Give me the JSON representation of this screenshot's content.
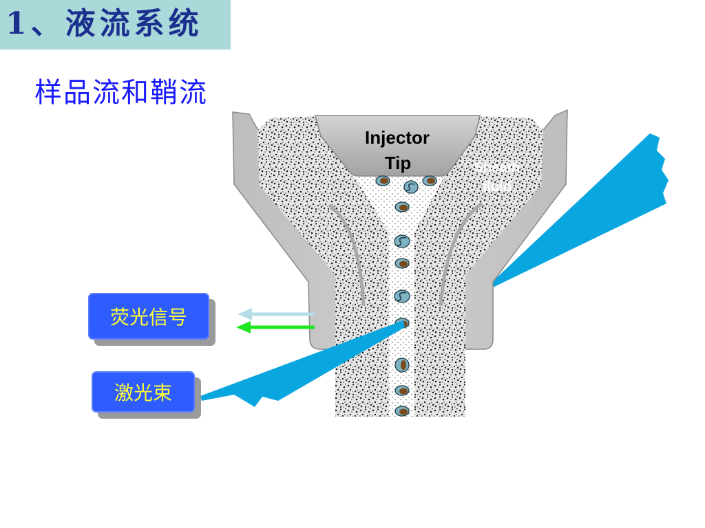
{
  "slide": {
    "title": "1、液流系统",
    "subtitle": "样品流和鞘流"
  },
  "diagram": {
    "injector_label": [
      "Injector",
      "Tip"
    ],
    "sheath_label": [
      "Sheath",
      "fluid"
    ],
    "fluorescence_label": "荧光信号",
    "laser_label": "激光束"
  },
  "colors": {
    "title_background": "#a9d9d9",
    "title_text": "#1b2f8f",
    "subtitle_text": "#1a1aff",
    "laser": "#0aa6e0",
    "label_box": "#2f5cff",
    "label_text": "#ffff33",
    "arrow_scatter": "#b5dde6",
    "arrow_fluorescence": "#1ee61e"
  }
}
